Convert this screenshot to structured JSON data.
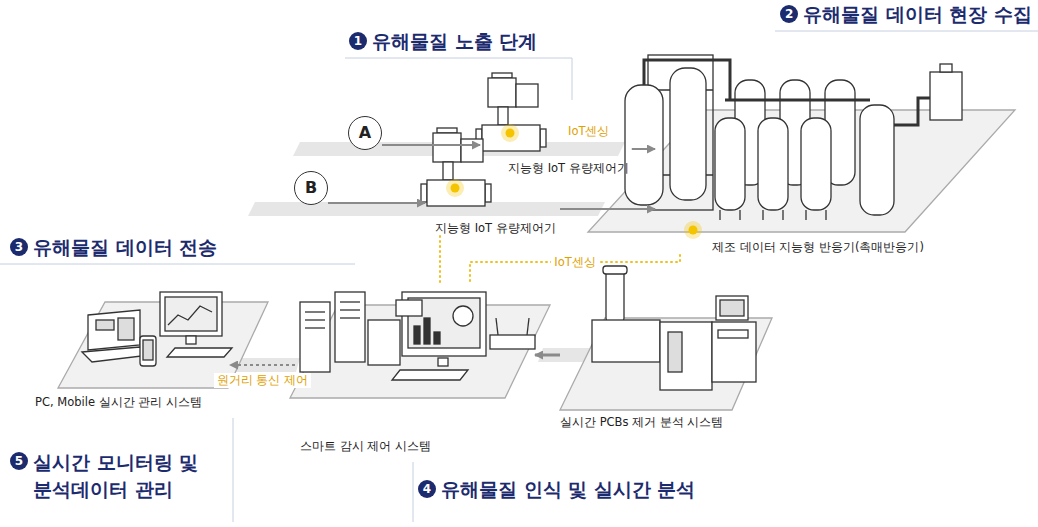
{
  "diagram": {
    "nodes": [
      {
        "text": [
          "지능형 IoT 유량제어기"
        ]
      },
      {
        "text": [
          "A"
        ]
      },
      {
        "text": [
          "제조 데이터 지능형 반응기(촉매반응기)"
        ]
      },
      {
        "text": [
          "B"
        ]
      },
      {
        "text": [
          "지능형 IoT 유량제어기"
        ]
      },
      {
        "text": [
          "PC, Mobile 실시간 관리 시스템"
        ]
      },
      {
        "text": [
          "스마트 감시 제어 시스템"
        ]
      },
      {
        "text": [
          "실시간 PCBs 제거 분석 시스템"
        ]
      }
    ],
    "edges": [
      {
        "from": 1,
        "to": 0,
        "arrow": "to"
      },
      {
        "from": 3,
        "to": 4,
        "arrow": "to"
      },
      {
        "from": 0,
        "to": 2,
        "arrow": "to"
      },
      {
        "from": 4,
        "to": 2,
        "arrow": "to"
      },
      {
        "from": 2,
        "to": 6,
        "label": "IoT센싱",
        "arrow": "none"
      },
      {
        "from": 4,
        "to": 6,
        "arrow": "none"
      },
      {
        "from": 7,
        "to": 6,
        "arrow": "to"
      },
      {
        "from": 6,
        "to": 5,
        "label": "원거리 통신 제어",
        "arrow": "to"
      }
    ],
    "labels": [
      "1",
      "유해물질 노출 단계",
      "2",
      "유해물질 데이터 현장 수집",
      "3",
      "유해물질 데이터 전송",
      "4",
      "유해물질 인식 및 실시간 분석",
      "5",
      "실시간 모니터링 및 분석데이터 관리",
      "IoT센싱"
    ]
  }
}
